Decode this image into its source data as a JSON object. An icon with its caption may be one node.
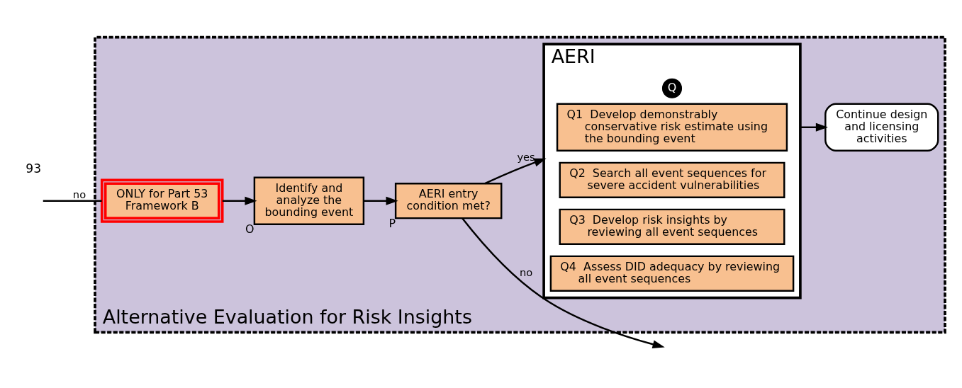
{
  "diagram": {
    "nodes": [
      {
        "text": [
          "Alternative Evaluation for Risk Insights"
        ]
      },
      {
        "text": [
          "ONLY for Part 53 Framework B"
        ],
        "in": 0
      },
      {
        "text": [
          "Identify and analyze the bounding event"
        ],
        "in": 0,
        "beside": [
          "O"
        ]
      },
      {
        "text": [
          "AERI entry condition met?"
        ],
        "in": 0,
        "beside": [
          "P"
        ]
      },
      {
        "text": [
          "AERI"
        ],
        "in": 0,
        "beside": [
          "Q"
        ]
      },
      {
        "text": [
          "Q1",
          "Develop demonstrably conservative risk estimate using the bounding event"
        ],
        "in": 4
      },
      {
        "text": [
          "Q2",
          "Search all event sequences for severe accident vulnerabilities"
        ],
        "in": 4
      },
      {
        "text": [
          "Q3",
          "Develop risk insights by reviewing all event sequences"
        ],
        "in": 4
      },
      {
        "text": [
          "Q4",
          "Assess DID adequacy by reviewing all event sequences"
        ],
        "in": 4
      },
      {
        "text": [
          "Continue design and licensing activities"
        ],
        "in": 0
      }
    ],
    "edges": [
      {
        "from": null,
        "to": 1,
        "arrow": "none",
        "label": "no"
      },
      {
        "from": 1,
        "to": 2,
        "arrow": "to"
      },
      {
        "from": 2,
        "to": 3,
        "arrow": "to"
      },
      {
        "from": 3,
        "to": null,
        "arrow": "to",
        "label": "no"
      },
      {
        "from": 3,
        "to": 4,
        "arrow": "to",
        "label": "yes"
      },
      {
        "from": 4,
        "to": 9,
        "arrow": "to"
      }
    ],
    "labels": [
      "93"
    ]
  }
}
